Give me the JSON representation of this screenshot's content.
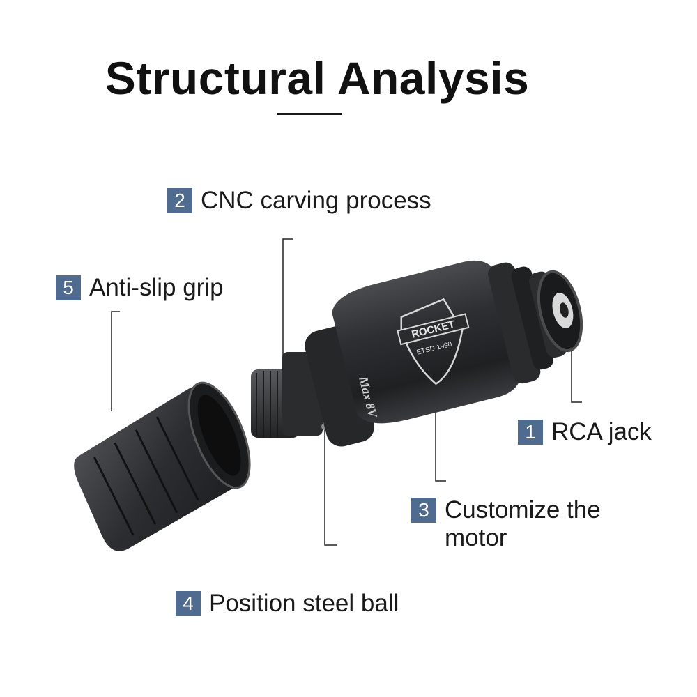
{
  "title": "Structural Analysis",
  "callouts": [
    {
      "number": "2",
      "text": "CNC carving process"
    },
    {
      "number": "5",
      "text": "Anti-slip grip"
    },
    {
      "number": "1",
      "text": "RCA jack"
    },
    {
      "number": "3",
      "text": "Customize the\nmotor"
    },
    {
      "number": "4",
      "text": "Position steel ball"
    }
  ],
  "product_markings": {
    "brand": "ROCKET",
    "crest": "ETSD 1990",
    "voltage": "Max 8V"
  },
  "colors": {
    "badge": "#4f6b8f",
    "body": "#2a2b2d",
    "background": "#ffffff"
  }
}
